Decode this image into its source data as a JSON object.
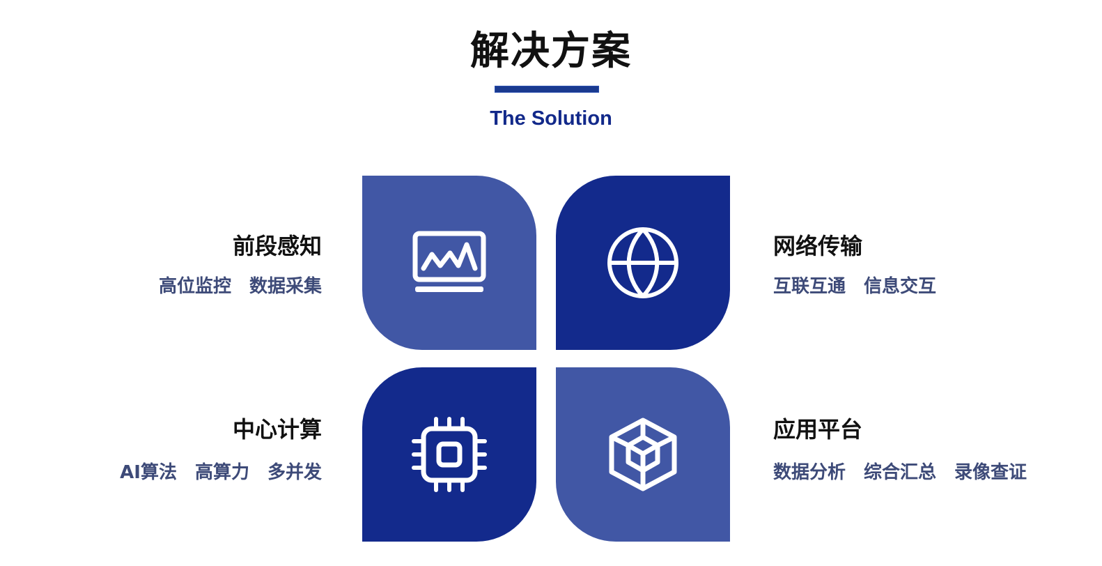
{
  "header": {
    "title": "解决方案",
    "subtitle": "The Solution"
  },
  "colors": {
    "title_bar": "#1a3a8f",
    "subtitle": "#12298a",
    "tile_light": "#4157a5",
    "tile_dark": "#132a8c",
    "item_text": "#3d4a78"
  },
  "quadrants": [
    {
      "heading": "前段感知",
      "items": [
        "高位监控",
        "数据采集"
      ],
      "icon": "monitor-chart-icon"
    },
    {
      "heading": "网络传输",
      "items": [
        "互联互通",
        "信息交互"
      ],
      "icon": "globe-icon"
    },
    {
      "heading": "中心计算",
      "items": [
        "AI算法",
        "高算力",
        "多并发"
      ],
      "icon": "chip-icon"
    },
    {
      "heading": "应用平台",
      "items": [
        "数据分析",
        "综合汇总",
        "录像查证"
      ],
      "icon": "cube-icon"
    }
  ]
}
